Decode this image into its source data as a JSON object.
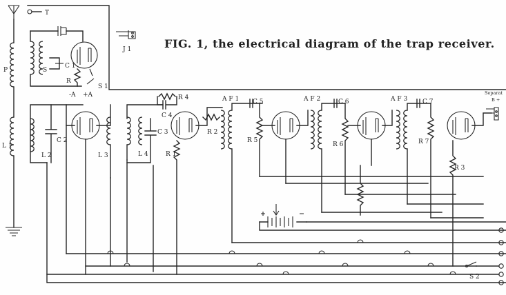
{
  "figure": {
    "caption": "FIG. 1, the electrical diagram of the trap receiver."
  },
  "labels": {
    "T": "T",
    "J1": "J 1",
    "P": "P",
    "S": "S",
    "C1": "C 1",
    "R": "R",
    "S1": "S 1",
    "minusA": "-A",
    "plusA": "+A",
    "L1": "L 1",
    "C2": "C 2",
    "L2": "L 2",
    "L3": "L 3",
    "L4": "L 4",
    "C3": "C 3",
    "C4": "C 4",
    "R4": "R 4",
    "R1": "R 1",
    "R2": "R 2",
    "AF1": "A F 1",
    "C5": "C 5",
    "R5": "R 5",
    "AF2": "A F 2",
    "C6": "C 6",
    "R6": "R 6",
    "AF3": "A F 3",
    "C7": "C 7",
    "R7": "R 7",
    "R3": "R 3",
    "S2": "S 2",
    "separate": "Separat",
    "Bplus": "B +"
  }
}
